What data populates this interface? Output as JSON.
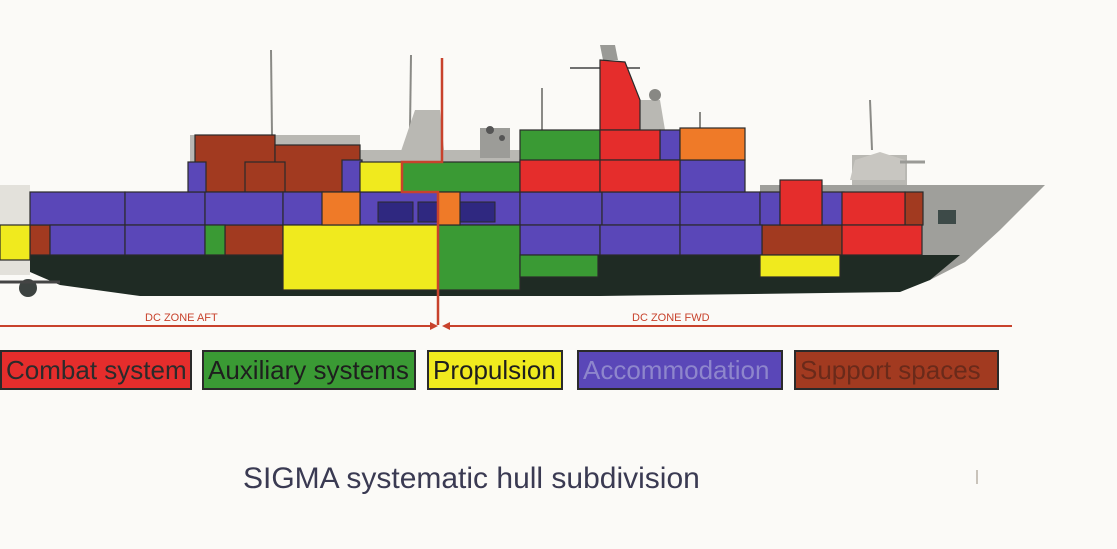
{
  "diagram": {
    "caption": "SIGMA systematic hull subdivision",
    "zones": {
      "aft": "DC ZONE AFT",
      "fwd": "DC ZONE FWD"
    },
    "legend": [
      {
        "key": "combat",
        "label": "Combat system",
        "color": "#e52d2c"
      },
      {
        "key": "aux",
        "label": "Auxiliary systems",
        "color": "#3a9a34"
      },
      {
        "key": "prop",
        "label": "Propulsion",
        "color": "#f0ea1e"
      },
      {
        "key": "accom",
        "label": "Accommodation",
        "color": "#5a47b8"
      },
      {
        "key": "support",
        "label": "Support spaces",
        "color": "#a23a20"
      }
    ],
    "colors": {
      "hull": "#1f2b24",
      "superstructure": "#b9b8b3",
      "divider": "#c8422c"
    }
  }
}
